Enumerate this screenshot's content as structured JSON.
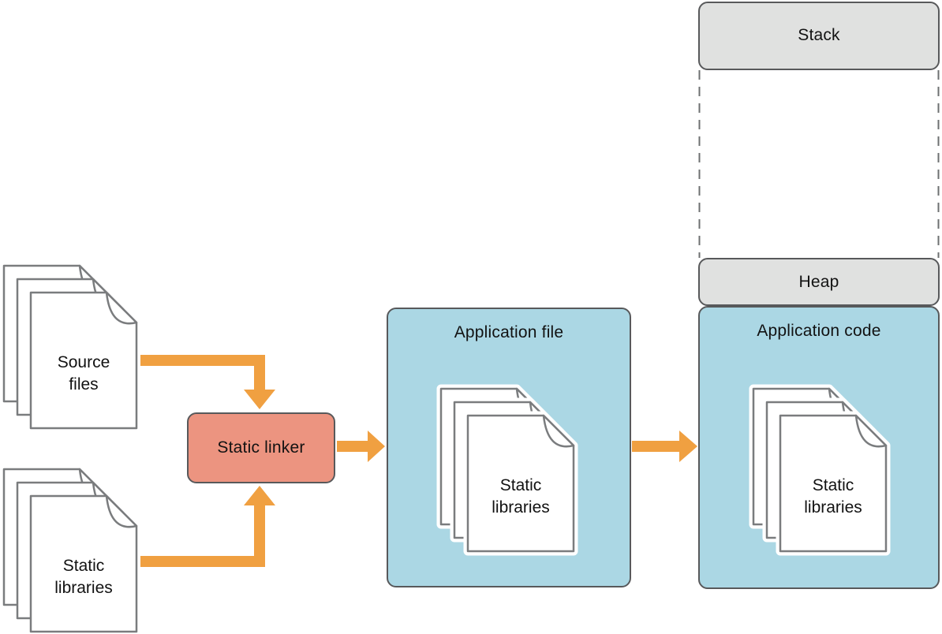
{
  "colors": {
    "arrow": "#F0A041",
    "linker_fill": "#EC9480",
    "container_fill": "#ABD7E4",
    "memory_header_fill": "#E0E1E0",
    "box_border": "#58595B",
    "document_outline": "#7A7C7E"
  },
  "inputs": {
    "source_files": {
      "line1": "Source",
      "line2": "files"
    },
    "static_libraries": {
      "line1": "Static",
      "line2": "libraries"
    }
  },
  "linker": {
    "label": "Static linker"
  },
  "application_file": {
    "title": "Application file",
    "contents": {
      "line1": "Static",
      "line2": "libraries"
    }
  },
  "memory_layout": {
    "stack_label": "Stack",
    "heap_label": "Heap",
    "application_code_label": "Application code",
    "contents": {
      "line1": "Static",
      "line2": "libraries"
    }
  }
}
